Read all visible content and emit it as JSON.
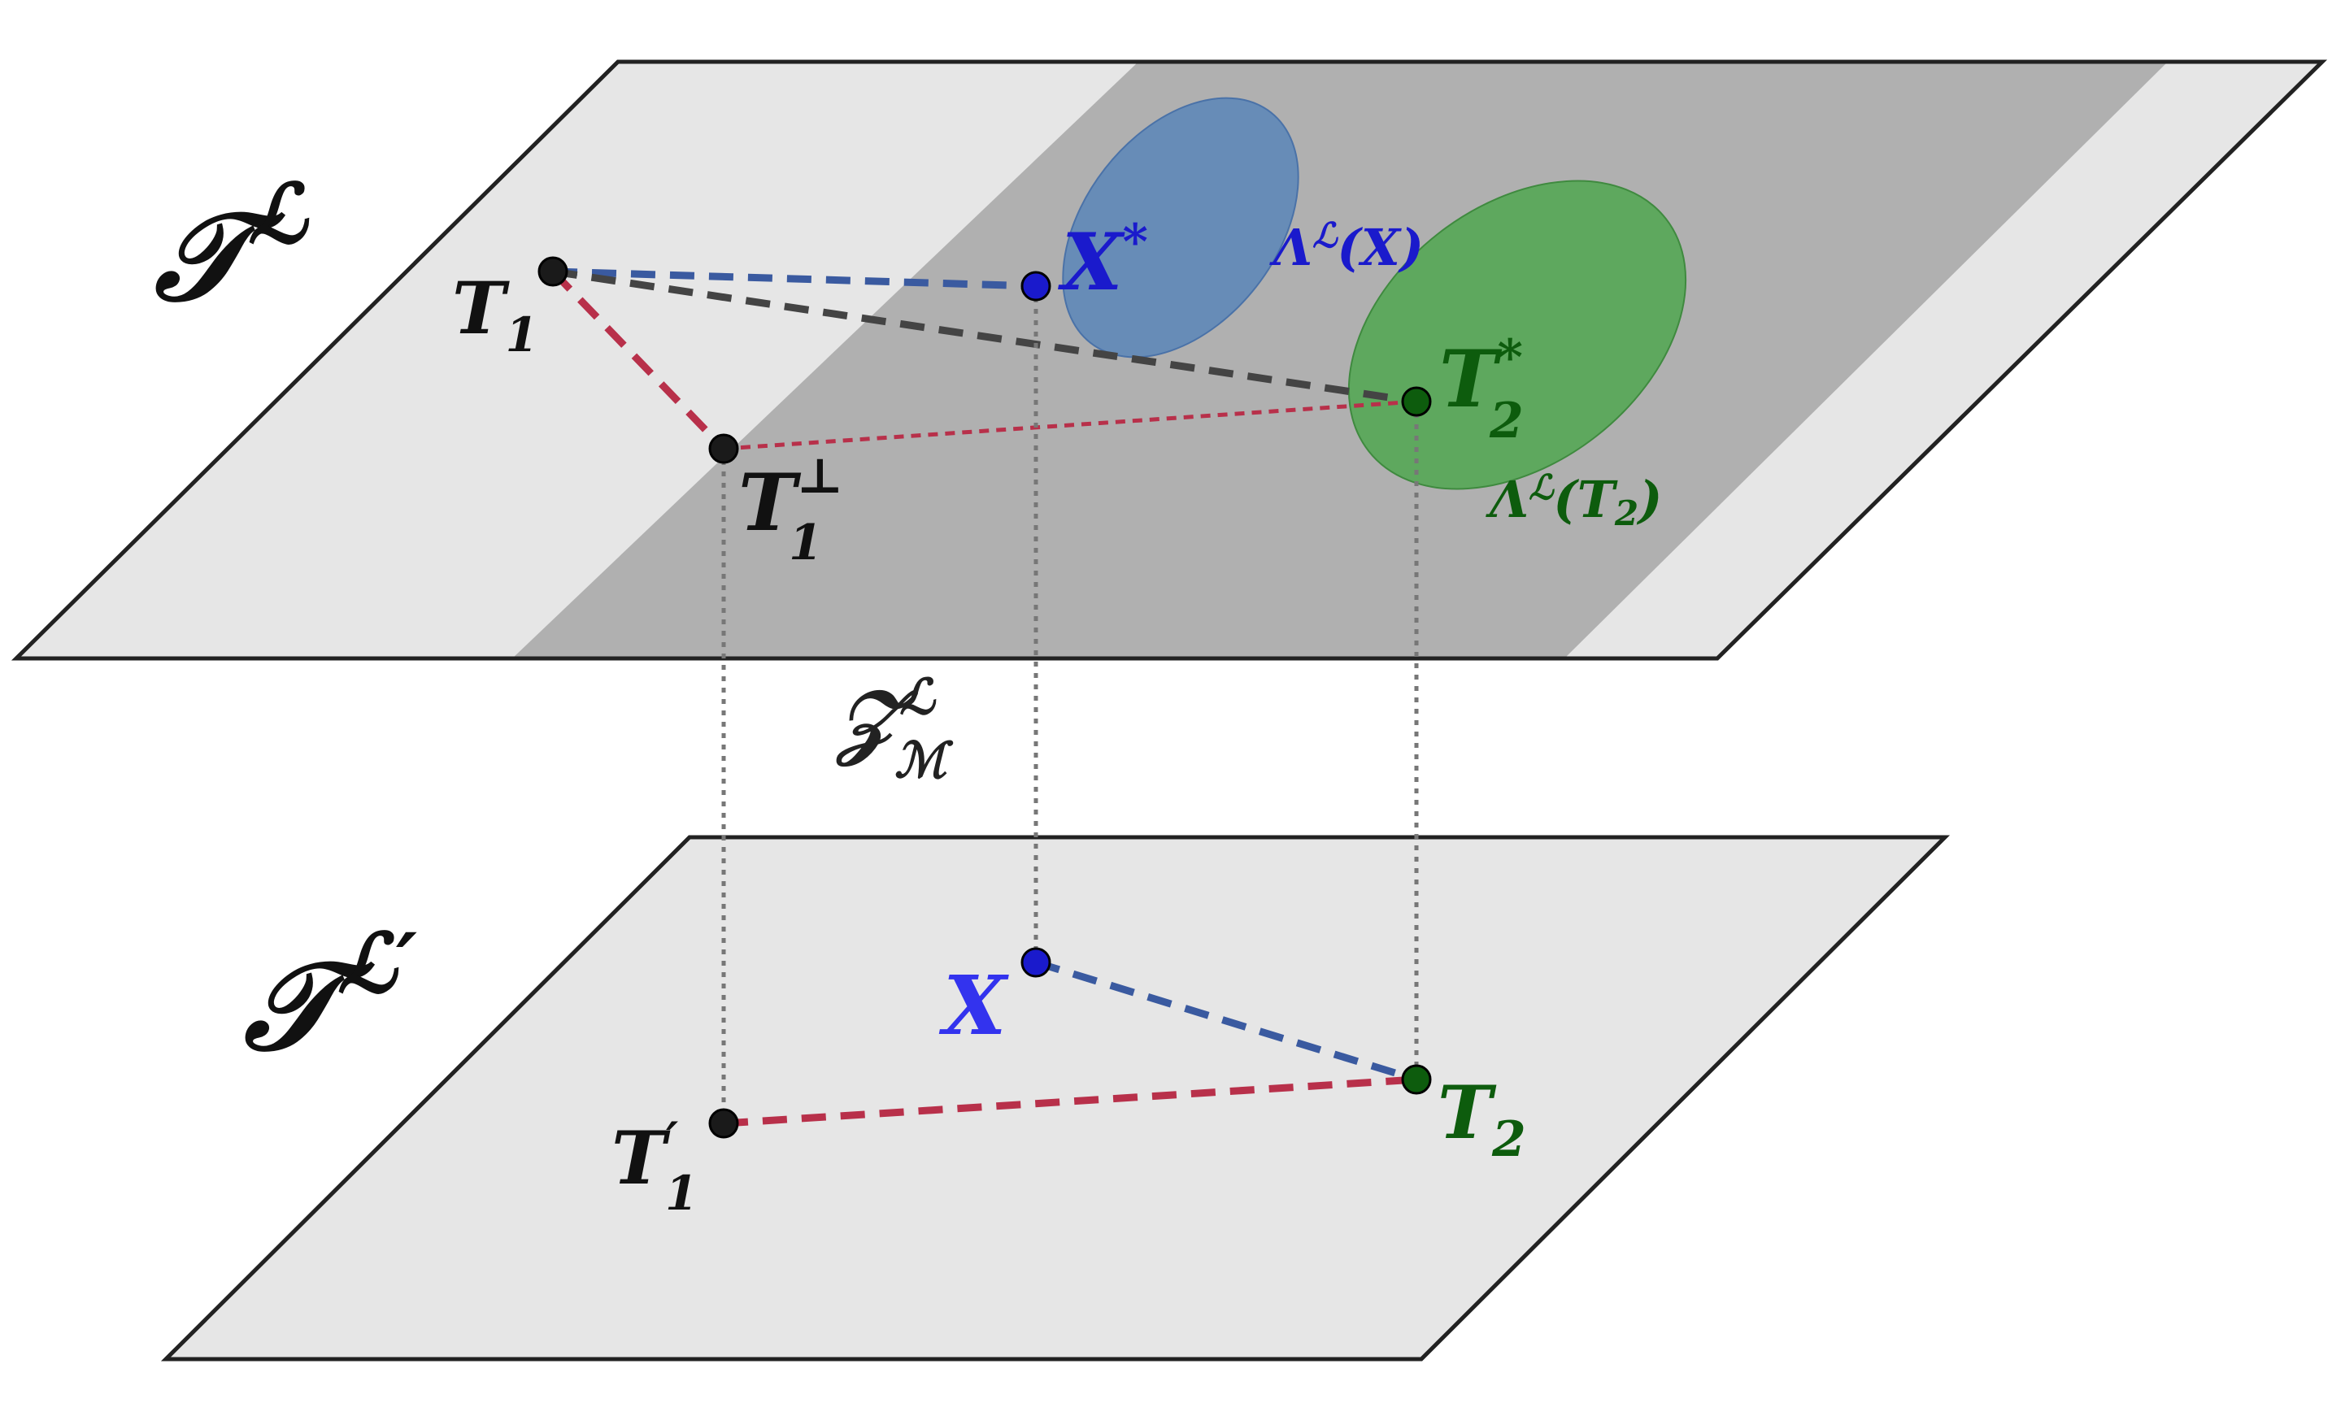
{
  "planes": {
    "upper": {
      "label_base": "𝒯",
      "label_sup": "ℒ"
    },
    "lower": {
      "label_base": "𝒯",
      "label_sup": "ℒ′"
    }
  },
  "region": {
    "label_base": "𝒵",
    "label_sup": "ℒ",
    "label_sub": "ℳ"
  },
  "points": {
    "T1": {
      "base": "T",
      "sub": "1"
    },
    "T1perp": {
      "base": "T",
      "sub": "1",
      "sup": "⊥"
    },
    "Xstar": {
      "base": "X",
      "sup": "*"
    },
    "T2star": {
      "base": "T",
      "sub": "2",
      "sup": "*"
    },
    "X": {
      "base": "X"
    },
    "T2": {
      "base": "T",
      "sub": "2"
    },
    "T1prime": {
      "base": "T",
      "sub": "1",
      "sup": "′"
    }
  },
  "ellipses": {
    "lambda_X": {
      "label": "Λ",
      "label_sup": "ℒ",
      "label_arg": "(X)"
    },
    "lambda_T2": {
      "label": "Λ",
      "label_sup": "ℒ",
      "label_arg": "(T",
      "label_arg_sub": "2",
      "label_arg_close": ")"
    }
  },
  "colors": {
    "plane_fill": "#e6e6e6",
    "region_fill": "#b0b0b0",
    "blue": "#1a1acc",
    "blue_fill": "#5a86b8",
    "green": "#0d5c0d",
    "green_fill": "#55a755",
    "red": "#b8304a",
    "dashed_blue": "#3a5aa0",
    "dashed_black": "#444444"
  }
}
